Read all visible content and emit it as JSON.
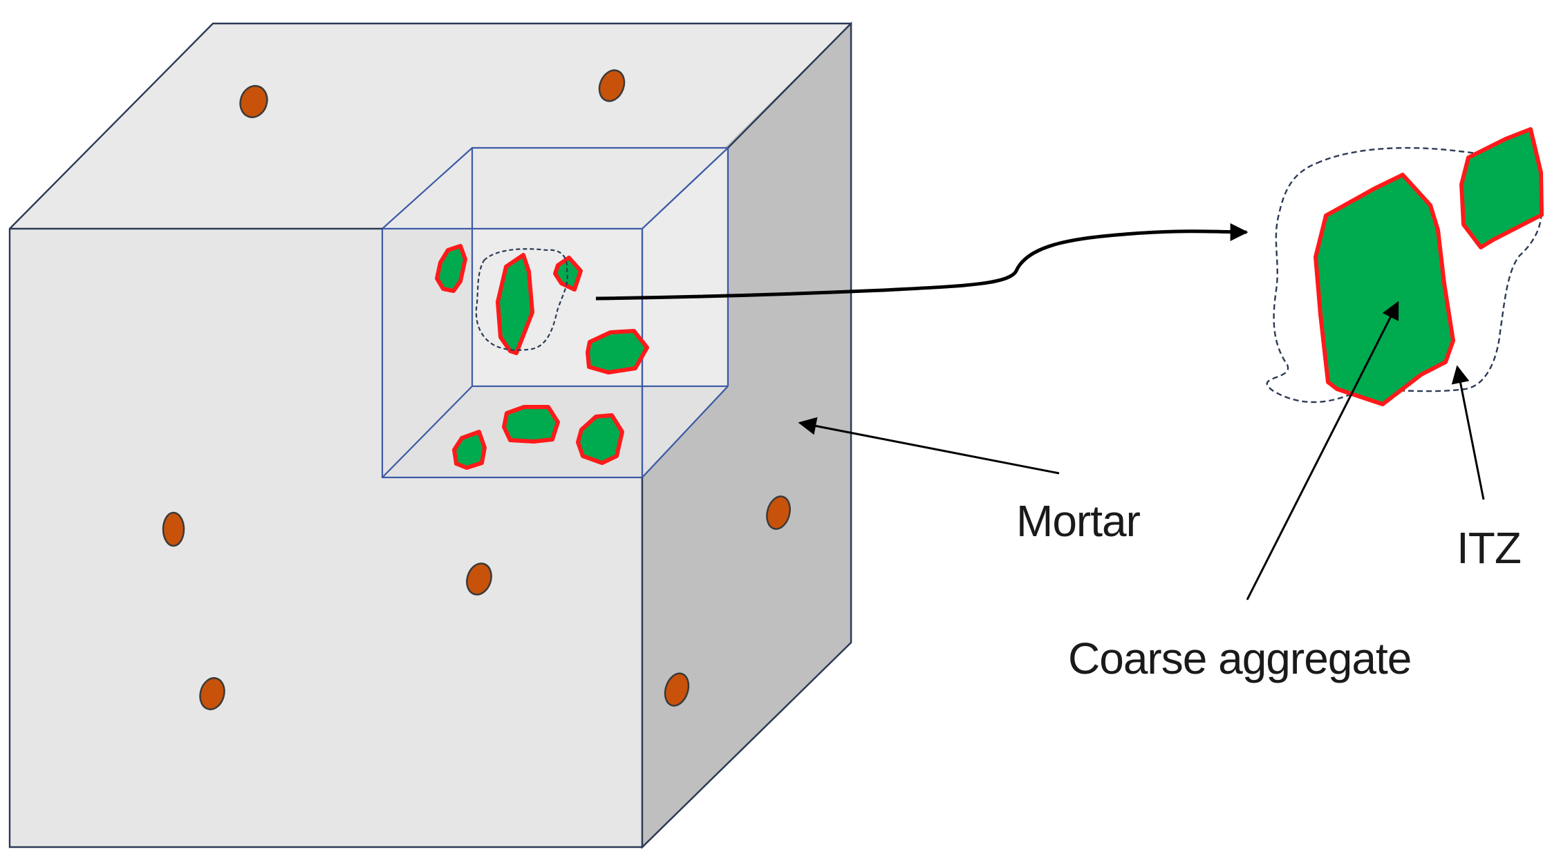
{
  "labels": {
    "mortar": "Mortar",
    "itz": "ITZ",
    "coarse_aggregate": "Coarse aggregate"
  },
  "colors": {
    "top_face": "#e9e9e9",
    "front_face": "#e6e6e6",
    "side_face": "#bfbfbf",
    "edge": "#2b3a55",
    "inner_cube_edge": "#3c5aa6",
    "aggregate_fill": "#00aa4f",
    "aggregate_outline": "#ff1a1a",
    "fine_particle_fill": "#c8520a",
    "fine_particle_outline": "#3a3a3a",
    "itz_boundary": "#2b3a55",
    "arrow": "#000000"
  }
}
